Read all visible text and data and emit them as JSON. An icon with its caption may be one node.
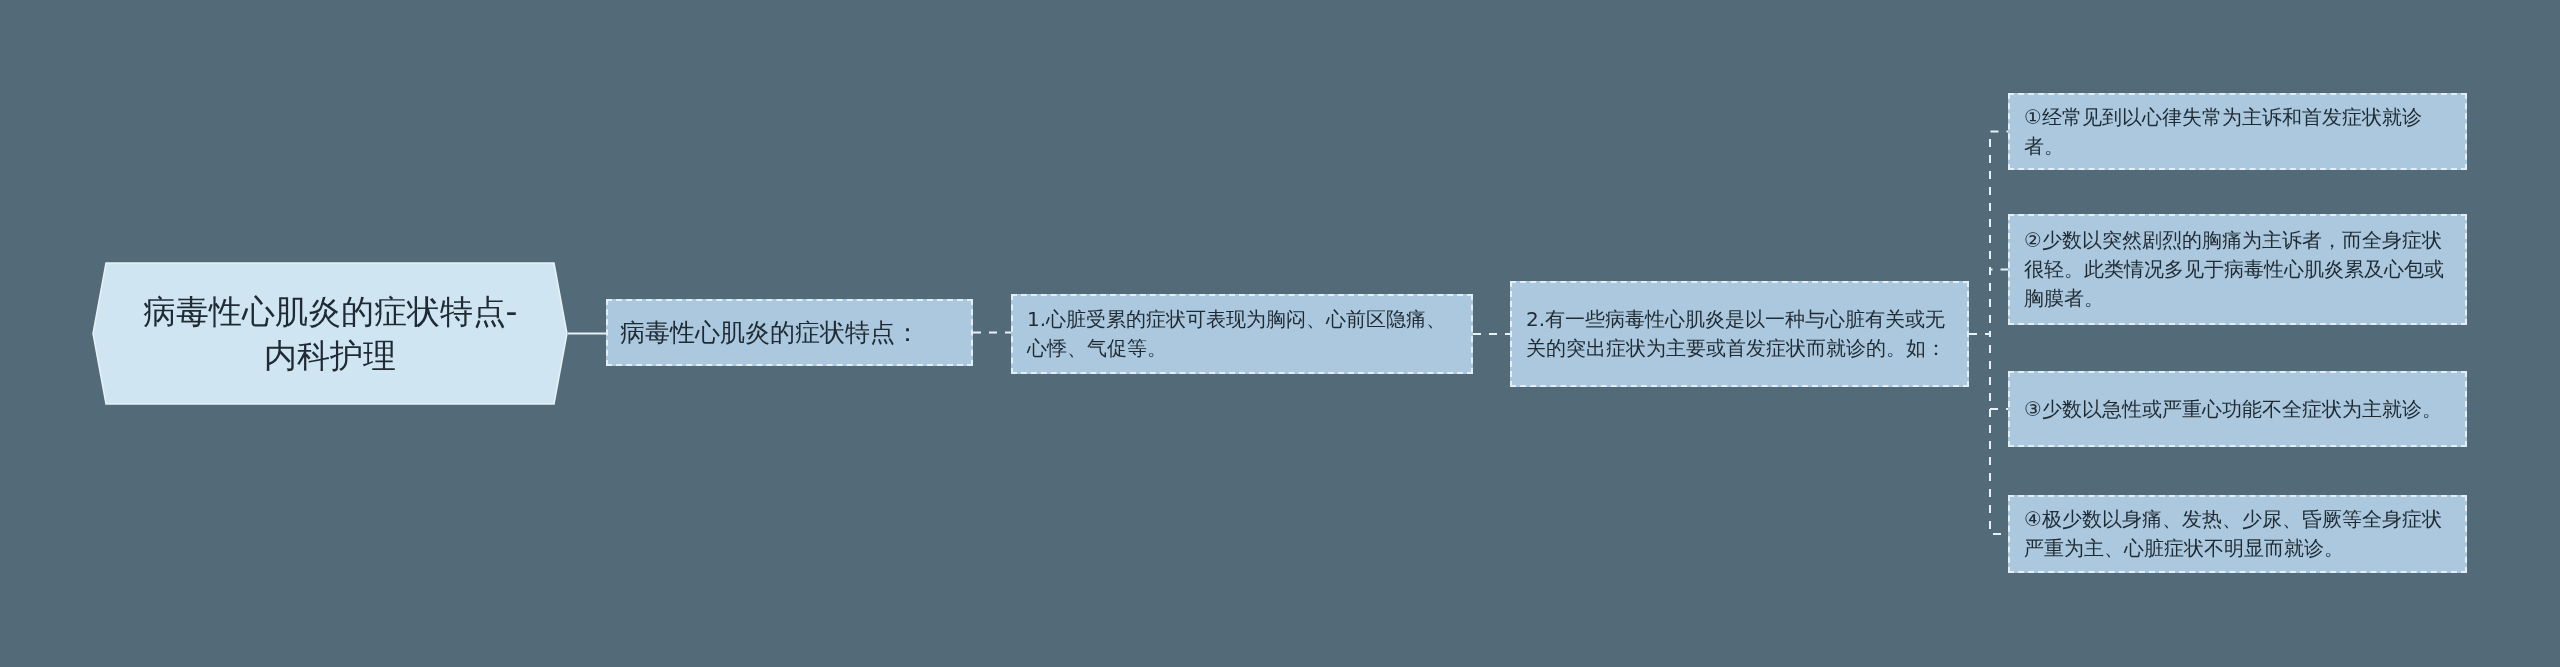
{
  "diagram": {
    "nodes": [
      {
        "text": [
          "病毒性心肌炎的症状特点-内科护理"
        ]
      },
      {
        "text": [
          "病毒性心肌炎的症状特点："
        ]
      },
      {
        "text": [
          "1.心脏受累的症状可表现为胸闷、心前区隐痛、心悸、气促等。"
        ]
      },
      {
        "text": [
          "2.有一些病毒性心肌炎是以一种与心脏有关或无关的突出症状为主要或首发症状而就诊的。如："
        ]
      },
      {
        "text": [
          "①经常见到以心律失常为主诉和首发症状就诊者。"
        ]
      },
      {
        "text": [
          "②少数以突然剧烈的胸痛为主诉者，而全身症状很轻。此类情况多见于病毒性心肌炎累及心包或胸膜者。"
        ]
      },
      {
        "text": [
          "③少数以急性或严重心功能不全症状为主就诊。"
        ]
      },
      {
        "text": [
          "④极少数以身痛、发热、少尿、昏厥等全身症状严重为主、心脏症状不明显而就诊。"
        ]
      }
    ],
    "edges": [
      {
        "from": 0,
        "to": 1,
        "arrow": "none"
      },
      {
        "from": 1,
        "to": 2,
        "arrow": "none",
        "style": "dashed"
      },
      {
        "from": 2,
        "to": 3,
        "arrow": "none",
        "style": "dashed"
      },
      {
        "from": 3,
        "to": 4,
        "arrow": "none",
        "style": "dashed"
      },
      {
        "from": 3,
        "to": 5,
        "arrow": "none",
        "style": "dashed"
      },
      {
        "from": 3,
        "to": 6,
        "arrow": "none",
        "style": "dashed"
      },
      {
        "from": 3,
        "to": 7,
        "arrow": "none",
        "style": "dashed"
      }
    ]
  }
}
